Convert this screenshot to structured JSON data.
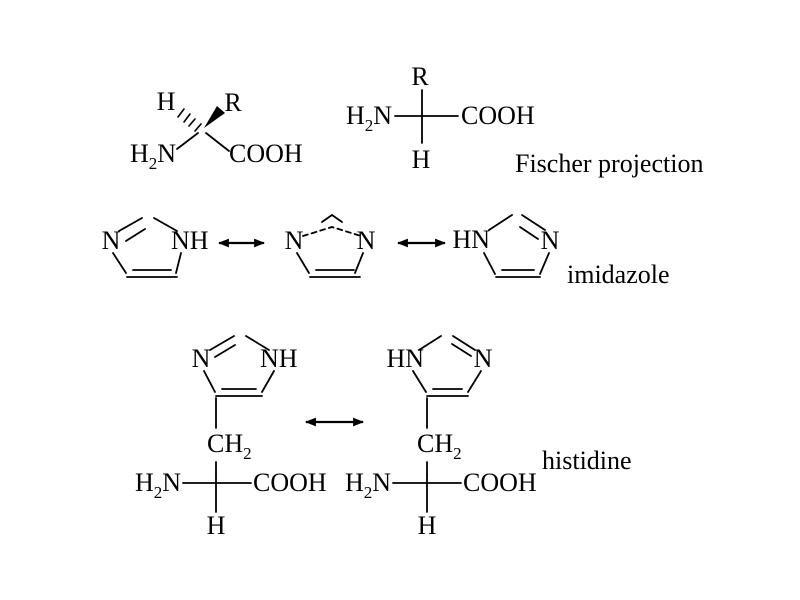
{
  "canvas": {
    "background": "#ffffff",
    "ink": "#000000"
  },
  "wedge_structure": {
    "h": "H",
    "r": "R",
    "h2n": {
      "h": "H",
      "sub": "2",
      "n": "N"
    },
    "cooh": "COOH"
  },
  "fischer": {
    "caption": "Fischer projection",
    "r": "R",
    "h2n": {
      "h": "H",
      "sub": "2",
      "n": "N"
    },
    "cooh": "COOH",
    "h": "H"
  },
  "imidazole": {
    "caption": "imidazole",
    "res1": {
      "n": "N",
      "nh": "NH"
    },
    "res2": {
      "n_left": "N",
      "n_right": "N"
    },
    "res3": {
      "hn": "HN",
      "n": "N"
    }
  },
  "histidine": {
    "caption": "histidine",
    "res1": {
      "n": "N",
      "nh": "NH",
      "ch2": {
        "ch": "CH",
        "sub": "2"
      },
      "h2n": {
        "h": "H",
        "sub": "2",
        "n": "N"
      },
      "cooh": "COOH",
      "h": "H"
    },
    "res2": {
      "hn": "HN",
      "n": "N",
      "ch2": {
        "ch": "CH",
        "sub": "2"
      },
      "h2n": {
        "h": "H",
        "sub": "2",
        "n": "N"
      },
      "cooh": "COOH",
      "h": "H"
    }
  }
}
